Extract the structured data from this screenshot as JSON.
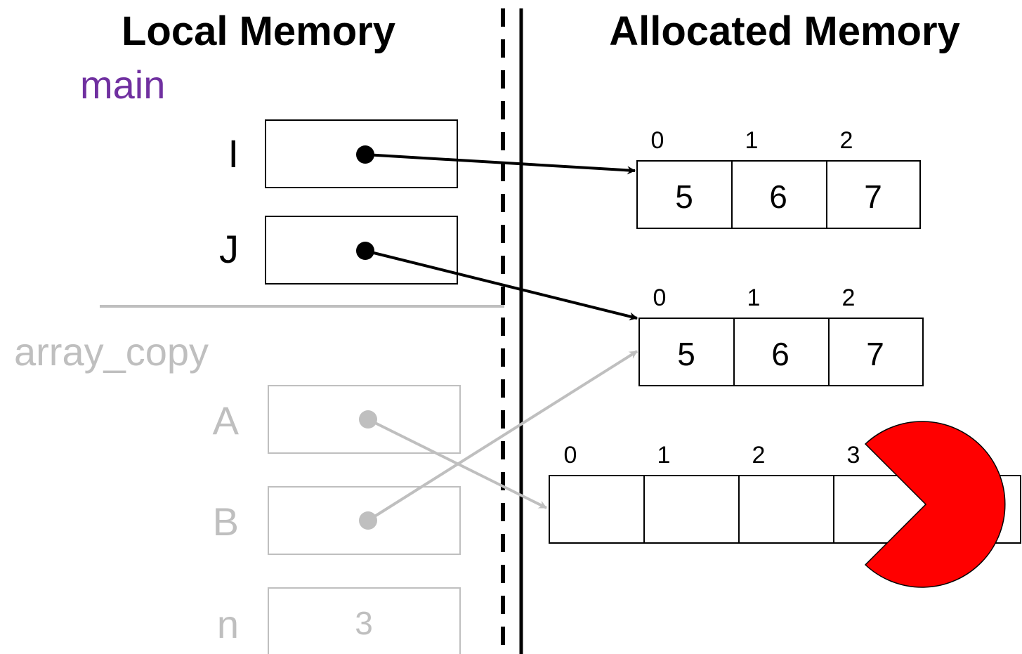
{
  "headings": {
    "local": "Local Memory",
    "allocated": "Allocated Memory"
  },
  "frames": {
    "main": {
      "label": "main",
      "color": "#7030a0"
    },
    "array_copy": {
      "label": "array_copy",
      "color": "#bfbfbf"
    }
  },
  "variables": {
    "I": {
      "label": "I"
    },
    "J": {
      "label": "J"
    },
    "A": {
      "label": "A"
    },
    "B": {
      "label": "B"
    },
    "n": {
      "label": "n",
      "value": "3"
    }
  },
  "arrays": {
    "first": {
      "indices": [
        "0",
        "1",
        "2"
      ],
      "values": [
        "5",
        "6",
        "7"
      ]
    },
    "second": {
      "indices": [
        "0",
        "1",
        "2"
      ],
      "values": [
        "5",
        "6",
        "7"
      ]
    },
    "third": {
      "indices": [
        "0",
        "1",
        "2",
        "3"
      ],
      "values": [
        "",
        "",
        "",
        ""
      ]
    }
  },
  "colors": {
    "ink": "#000000",
    "faded": "#bfbfbf",
    "pacman": "#ff0000"
  }
}
